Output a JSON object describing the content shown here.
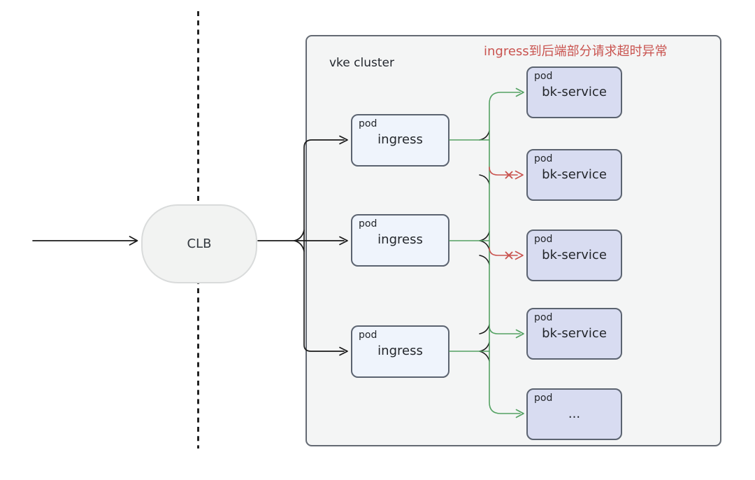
{
  "diagram": {
    "clb": {
      "label": "CLB"
    },
    "cluster": {
      "label": "vke cluster"
    },
    "annotation": {
      "text": "ingress到后端部分请求超时异常"
    },
    "ingress_pods": [
      {
        "kind": "pod",
        "name": "ingress"
      },
      {
        "kind": "pod",
        "name": "ingress"
      },
      {
        "kind": "pod",
        "name": "ingress"
      }
    ],
    "service_pods": [
      {
        "kind": "pod",
        "name": "bk-service",
        "link_status": "ok"
      },
      {
        "kind": "pod",
        "name": "bk-service",
        "link_status": "timeout"
      },
      {
        "kind": "pod",
        "name": "bk-service",
        "link_status": "timeout"
      },
      {
        "kind": "pod",
        "name": "bk-service",
        "link_status": "ok"
      },
      {
        "kind": "pod",
        "name": "...",
        "link_status": "ok"
      }
    ],
    "colors": {
      "ok_link": "#54a263",
      "error_link": "#c9534f",
      "black_link": "#1a1a1a",
      "annotation_text": "#c9534f",
      "cluster_fill": "#f4f5f5",
      "ingress_fill": "#eff4fc",
      "service_fill": "#d8dcf1"
    }
  }
}
